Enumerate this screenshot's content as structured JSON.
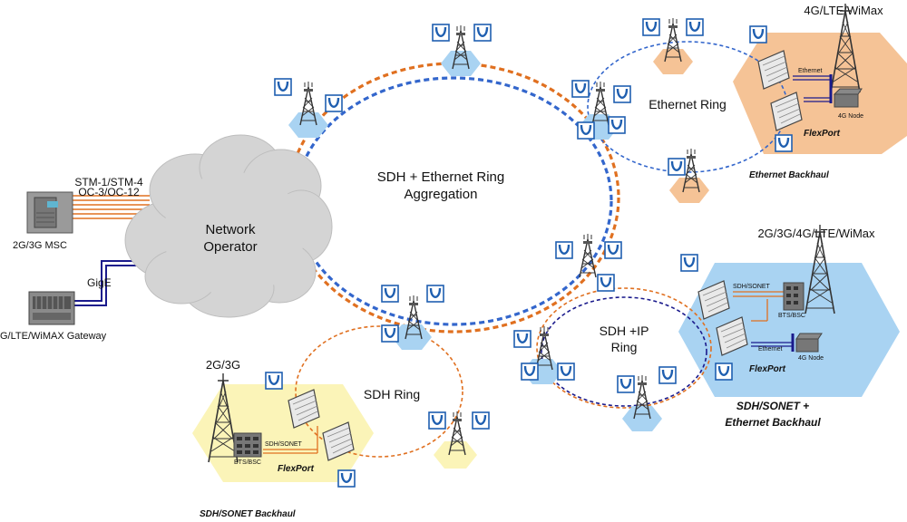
{
  "central": {
    "cloud_label_1": "Network",
    "cloud_label_2": "Operator",
    "ring_label_1": "SDH + Ethernet Ring",
    "ring_label_2": "Aggregation"
  },
  "left": {
    "stm_line_1": "STM-1/STM-4",
    "stm_line_2": "OC-3/OC-12",
    "msc_label": "2G/3G MSC",
    "gige_label": "GigE",
    "gateway_label": "G/LTE/WiMAX Gateway"
  },
  "top_right": {
    "tech_label": "4G/LTE/WiMax",
    "ring_label": "Ethernet Ring",
    "ethernet_label": "Ethernet",
    "node_label": "4G Node",
    "flexport_label": "FlexPort",
    "backhaul_label": "Ethernet Backhaul"
  },
  "bottom_right": {
    "tech_label": "2G/3G/4G/LTE/WiMax",
    "ring_label_1": "SDH +IP",
    "ring_label_2": "Ring",
    "sdh_sonet_label": "SDH/SONET",
    "bts_label": "BTS/BSC",
    "ethernet_label": "Ethernet",
    "node_label": "4G Node",
    "flexport_label": "FlexPort",
    "backhaul_label_1": "SDH/SONET +",
    "backhaul_label_2": "Ethernet Backhaul"
  },
  "bottom_left": {
    "tech_label": "2G/3G",
    "ring_label": "SDH Ring",
    "sdh_sonet_label": "SDH/SONET",
    "bts_label": "BTS/BSC",
    "flexport_label": "FlexPort",
    "backhaul_label": "SDH/SONET Backhaul"
  },
  "colors": {
    "orange_link": "#e07020",
    "blue_link": "#3366cc",
    "navy_link": "#1a1a8c",
    "site_blue": "#a9d3f2",
    "site_orange": "#f5c396",
    "site_yellow": "#fbf4b8",
    "logo_blue": "#1f5fb0"
  }
}
